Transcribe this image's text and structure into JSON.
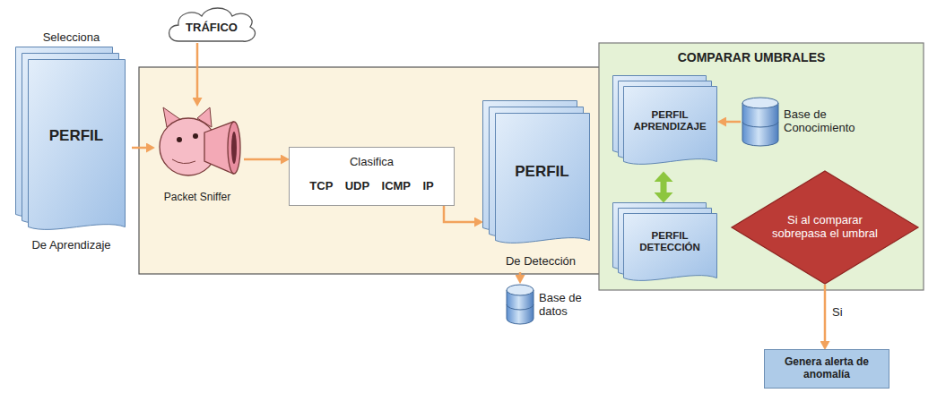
{
  "diagram": {
    "nodes": [
      {
        "text": [
          "Selecciona",
          "PERFIL",
          "De Aprendizaje"
        ]
      },
      {
        "text": [
          "TRÁFICO"
        ]
      },
      {
        "text": [
          "Packet Sniffer"
        ]
      },
      {
        "text": [
          "Clasifica",
          "TCP UDP ICMP IP"
        ]
      },
      {
        "text": [
          "PERFIL",
          "De Detección"
        ]
      },
      {
        "text": [
          "Base de datos"
        ]
      },
      {
        "text": [
          "COMPARAR UMBRALES"
        ]
      },
      {
        "text": [
          "PERFIL APRENDIZAJE"
        ],
        "in": 6
      },
      {
        "text": [
          "Base de Conocimiento"
        ],
        "in": 6
      },
      {
        "text": [
          "PERFIL DETECCIÓN"
        ],
        "in": 6
      },
      {
        "text": [
          "Si al comparar sobrepasa el umbral"
        ],
        "in": 6
      },
      {
        "text": [
          "Genera alerta de anomalía"
        ]
      }
    ],
    "edges": [
      {
        "from": 0,
        "to": 2,
        "arrow": "to"
      },
      {
        "from": 1,
        "to": 2,
        "arrow": "to"
      },
      {
        "from": 2,
        "to": 3,
        "arrow": "to"
      },
      {
        "from": 3,
        "to": 4,
        "arrow": "to"
      },
      {
        "from": 4,
        "to": 5,
        "arrow": "to"
      },
      {
        "from": 8,
        "to": 7,
        "arrow": "to"
      },
      {
        "from": 7,
        "to": 9,
        "arrow": "both"
      },
      {
        "from": 10,
        "to": 11,
        "label": "Si",
        "arrow": "to"
      }
    ]
  }
}
